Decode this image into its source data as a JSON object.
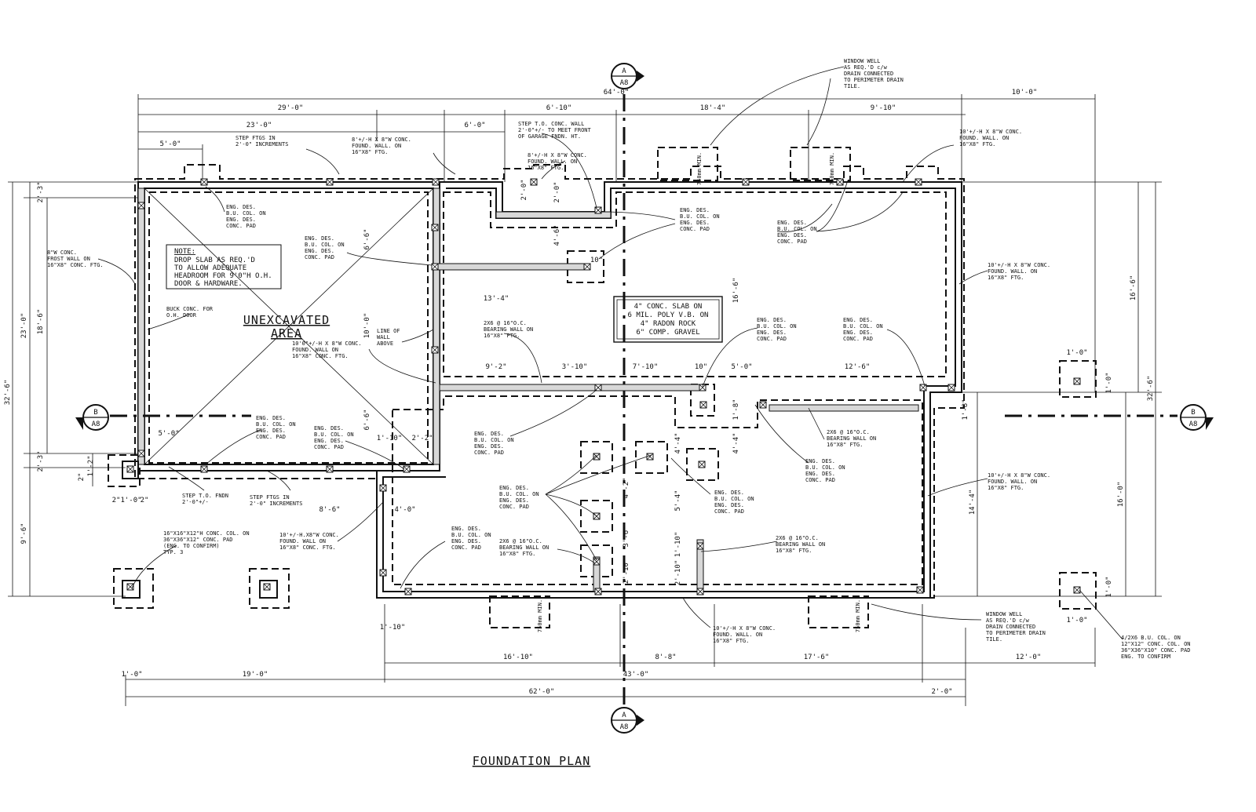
{
  "sheet": {
    "title": "FOUNDATION PLAN"
  },
  "section_markers": {
    "a_top": {
      "letter": "A",
      "sheet": "A8"
    },
    "a_bottom": {
      "letter": "A",
      "sheet": "A8"
    },
    "b_left": {
      "letter": "B",
      "sheet": "A8"
    },
    "b_right": {
      "letter": "B",
      "sheet": "A8"
    }
  },
  "dimensions": {
    "top": [
      "64'-0\"",
      "10'-0\"",
      "29'-0\"",
      "6'-10\"",
      "18'-4\"",
      "9'-10\"",
      "23'-0\"",
      "6'-0\"",
      "5'-0\""
    ],
    "bottom": [
      "16'-10\"",
      "8'-8\"",
      "17'-6\"",
      "12'-0\"",
      "19'-0\"",
      "43'-0\"",
      "62'-0\"",
      "2'-0\"",
      "1'-0\"",
      "1'-10\""
    ],
    "left": [
      "2'-3\"",
      "18'-6\"",
      "23'-0\"",
      "32'-6\"",
      "2'-3\"",
      "9'-6\"",
      "2\"",
      "1'-2\"",
      "2\"",
      "1'-0\"",
      "2\""
    ],
    "right": [
      "16'-6\"",
      "32'-6\"",
      "16'-0\"",
      "14'-4\"",
      "1'-0\"",
      "1'-0\"",
      "1'-0\"",
      "1'-0\""
    ],
    "interior": [
      "6'-6\"",
      "10'-0\"",
      "6'-6\"",
      "2'-0\"",
      "2'-0\"",
      "4'-6\"",
      "10\"",
      "13'-4\"",
      "9'-2\"",
      "3'-10\"",
      "7'-10\"",
      "10\"",
      "5'-0\"",
      "12'-6\"",
      "1'-8\"",
      "4'-4\"",
      "1'-8\"",
      "4'-4\"",
      "16'-6\"",
      "4'-2\"",
      "5'-4\"",
      "3'-6\"",
      "1'-10\"",
      "2'-10\"",
      "2'-10\"",
      "5'-0\"",
      "1'-10\"",
      "2'-2\"",
      "4'-0\"",
      "8'-6\""
    ]
  },
  "window_well_depth": "750mm MIN.",
  "notes": {
    "step_ftgs_top": [
      "STEP FTGS IN",
      "2'-0\" INCREMENTS"
    ],
    "found_wall_top": [
      "8'+/-H X 8\"W CONC.",
      "FOUND. WALL. ON",
      "16\"X8\" FTG."
    ],
    "step_conc_wall": [
      "STEP T.O. CONC. WALL",
      "2'-0\"+/- TO MEET FRONT",
      "OF GARAGE FNDN. HT."
    ],
    "found_wall_garage": [
      "8'+/-H X 8\"W CONC.",
      "FOUND. WALL. ON",
      "16\"X8\" FTG."
    ],
    "window_well_top": [
      "WINDOW WELL",
      "AS REQ.'D c/w",
      "DRAIN CONNECTED",
      "TO PERIMETER DRAIN",
      "TILE."
    ],
    "found_wall_right_top": [
      "10'+/-H X 8\"W CONC.",
      "FOUND. WALL. ON",
      "16\"X8\" FTG."
    ],
    "found_wall_right_mid": [
      "10'+/-H X 8\"W CONC.",
      "FOUND. WALL. ON",
      "16\"X8\" FTG."
    ],
    "found_wall_right_low": [
      "10'+/-H X 8\"W CONC.",
      "FOUND. WALL. ON",
      "16\"X8\" FTG."
    ],
    "frost_wall": [
      "8\"W CONC.",
      "FROST WALL ON",
      "16\"X8\" CONC. FTG."
    ],
    "drop_slab_note_head": "NOTE:",
    "drop_slab_note": [
      "DROP SLAB AS REQ.'D",
      "TO ALLOW ADEQUATE",
      "HEADROOM FOR 9'0\"H O.H.",
      "DOOR & HARDWARE."
    ],
    "buck_conc": [
      "BUCK CONC. FOR",
      "O.H. DOOR"
    ],
    "unexcavated": [
      "UNEXCAVATED",
      "AREA"
    ],
    "line_of_wall": [
      "LINE OF",
      "WALL",
      "ABOVE"
    ],
    "found_wall_mid": [
      "10'0\"+/-H X 8\"W CONC.",
      "FOUND. WALL ON",
      "16\"X8\" CONC. FTG."
    ],
    "slab_box": [
      "4\" CONC. SLAB ON",
      "6 MIL. POLY V.B. ON",
      "4\" RADON ROCK",
      "6\" COMP. GRAVEL"
    ],
    "bearing_wall_mid": [
      "2X6 @ 16\"O.C.",
      "BEARING WALL ON",
      "16\"X8\" FTG."
    ],
    "bearing_wall_right": [
      "2X6 @ 16\"O.C.",
      "BEARING WALL ON",
      "16\"X8\" FTG."
    ],
    "bearing_wall_low": [
      "2X6 @ 16\"O.C.",
      "BEARING WALL ON",
      "16\"X8\" FTG."
    ],
    "bearing_wall_low_right": [
      "2X6 @ 16\"O.C.",
      "BEARING WALL ON",
      "16\"X8\" FTG."
    ],
    "eng_des": [
      "ENG. DES.",
      "B.U. COL. ON",
      "ENG. DES.",
      "CONC. PAD"
    ],
    "step_to_fndn": [
      "STEP T.O. FNDN",
      "2'-0\"+/-"
    ],
    "step_ftgs_bottom": [
      "STEP FTGS IN",
      "2'-0\" INCREMENTS"
    ],
    "found_wall_low": [
      "10'+/-H.X8\"W CONC.",
      "FOUND. WALL ON",
      "16\"X8\" CONC. FTG."
    ],
    "col_pad": [
      "16\"X16\"X12\"H CONC. COL. ON",
      "36\"X36\"X12\" CONC. PAD",
      "(ENG. TO CONFIRM)",
      "TYP. 3"
    ],
    "found_wall_bottom": [
      "10'+/-H X 8\"W CONC.",
      "FOUND. WALL. ON",
      "16\"X8\" FTG."
    ],
    "window_well_bottom": [
      "WINDOW WELL",
      "AS REQ.'D c/w",
      "DRAIN CONNECTED",
      "TO PERIMETER DRAIN",
      "TILE."
    ],
    "bu_col_right": [
      "4/2X6 B.U. COL. ON",
      "12\"X12\" CONC. COL. ON",
      "36\"X36\"X10\" CONC. PAD",
      "ENG. TO CONFIRM"
    ]
  }
}
